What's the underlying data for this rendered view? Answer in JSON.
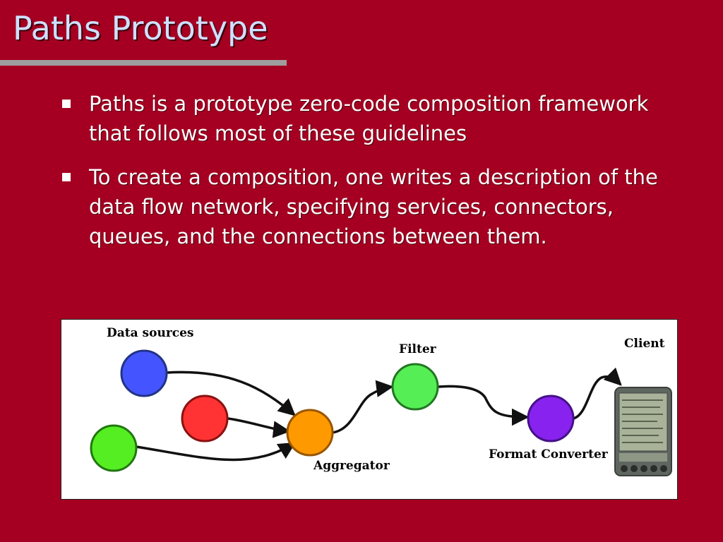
{
  "slide": {
    "title": "Paths Prototype",
    "bullets": [
      "Paths is a prototype zero-code composition framework that follows most of these guidelines",
      "To create a composition, one writes a description of the data flow network, specifying services, connectors, queues, and the connections between them."
    ]
  },
  "diagram": {
    "labels": {
      "data_sources": "Data sources",
      "filter": "Filter",
      "client": "Client",
      "format_converter": "Format Converter",
      "aggregator": "Aggregator"
    },
    "colors": {
      "source_blue": "#4455ff",
      "source_red": "#ff3333",
      "source_green": "#55ee22",
      "aggregator": "#ff9900",
      "filter": "#55ee55",
      "format_converter": "#8822ee"
    },
    "icons": {
      "client_device": "pda-device-icon"
    }
  }
}
